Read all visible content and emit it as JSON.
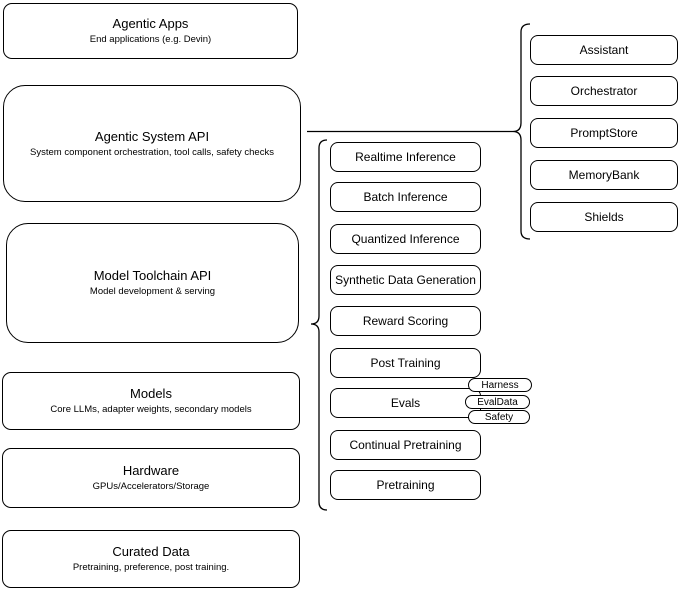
{
  "colors": {
    "background": "#ffffff",
    "stroke": "#000000",
    "text": "#000000"
  },
  "stack_layers": [
    {
      "title": "Agentic Apps",
      "subtitle": "End applications (e.g. Devin)"
    },
    {
      "title": "Agentic System API",
      "subtitle": "System component orchestration, tool calls, safety checks"
    },
    {
      "title": "Model Toolchain API",
      "subtitle": "Model development & serving"
    },
    {
      "title": "Models",
      "subtitle": "Core LLMs, adapter weights, secondary models"
    },
    {
      "title": "Hardware",
      "subtitle": "GPUs/Accelerators/Storage"
    },
    {
      "title": "Curated Data",
      "subtitle": "Pretraining, preference, post training."
    }
  ],
  "toolchain_items": [
    "Realtime Inference",
    "Batch Inference",
    "Quantized Inference",
    "Synthetic Data Generation",
    "Reward Scoring",
    "Post Training",
    "Evals",
    "Continual Pretraining",
    "Pretraining"
  ],
  "eval_tags": [
    "Harness",
    "EvalData",
    "Safety"
  ],
  "system_components": [
    "Assistant",
    "Orchestrator",
    "PromptStore",
    "MemoryBank",
    "Shields"
  ]
}
